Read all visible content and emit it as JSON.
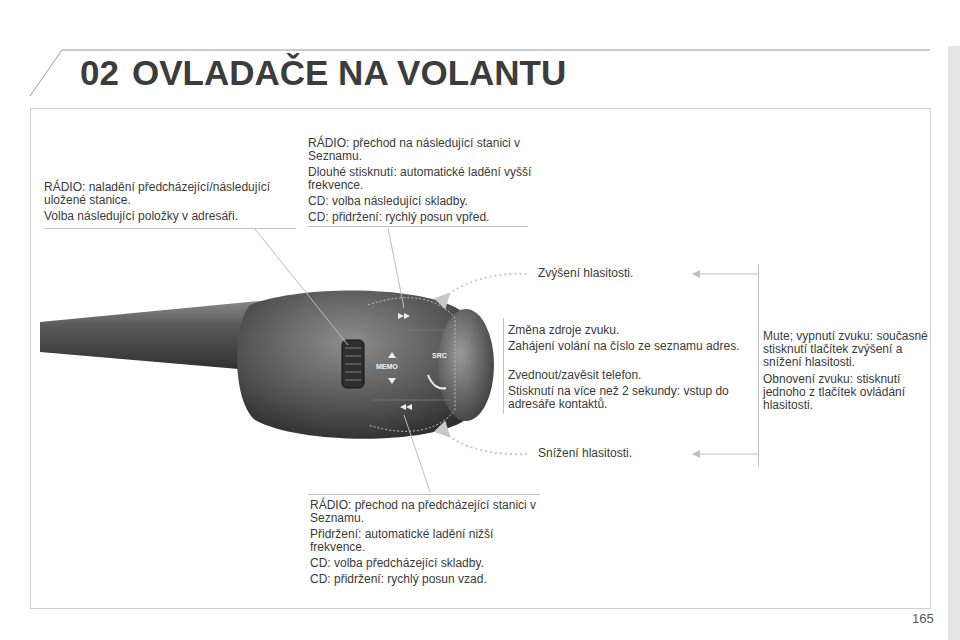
{
  "diagram": {
    "title": "OVLADAČE NA VOLANTU",
    "labels": [
      "02",
      "RÁDIO: naladění předcházející/následující uložené stanice.",
      "Volba následující položky v adresáři.",
      "RÁDIO: přechod na následující stanici v Seznamu.",
      "Dlouhé stisknutí: automatické ladění vyšší frekvence.",
      "CD: volba následující skladby.",
      "CD: přidržení: rychlý posun vpřed.",
      "Zvýšení hlasitosti.",
      "Změna zdroje zvuku.",
      "Zahájení volání na číslo ze seznamu adres.",
      "Zvednout/zavěsit telefon.",
      "Stisknutí na více než 2 sekundy: vstup do adresáře kontaktů.",
      "Mute; vypnutí zvuku: současné stisknutí tlačítek zvýšení a snížení hlasitosti.",
      "Obnovení zvuku: stisknutí jednoho z tlačítek ovládání hlasitosti.",
      "Snížení hlasitosti.",
      "RÁDIO: přechod na předcházející stanici v Seznamu.",
      "Přidržení: automatické ladění nižší frekvence.",
      "CD: volba předcházející skladby.",
      "CD: přidržení: rychlý posun vzad.",
      "MEMO",
      "SRC",
      "165"
    ]
  }
}
